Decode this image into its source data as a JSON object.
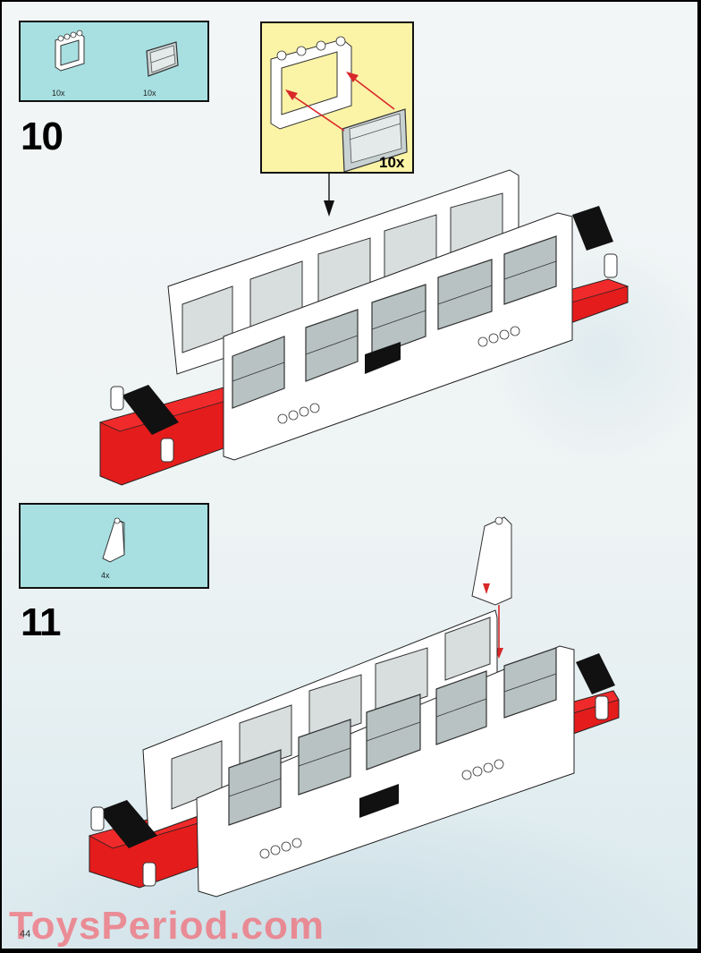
{
  "page": {
    "page_number": "44",
    "watermark": "ToysPeriod.com"
  },
  "steps": [
    {
      "step_number": "10",
      "parts": [
        {
          "name": "window-frame-1x4x3",
          "color": "white",
          "quantity": "10x"
        },
        {
          "name": "window-glass-pane",
          "color": "trans-clear",
          "quantity": "10x"
        }
      ],
      "subassembly": {
        "description": "Insert glass pane into window frame",
        "quantity": "10x"
      },
      "model": "Train car wall assembly with windows on red base"
    },
    {
      "step_number": "11",
      "parts": [
        {
          "name": "slope-brick-75-2x1x3",
          "color": "white",
          "quantity": "4x"
        }
      ],
      "model": "Train car with slope bricks attached at corners"
    }
  ],
  "colors": {
    "parts_box_bg": "#a8e0e2",
    "subassembly_bg": "#fbf3a6",
    "base_red": "#e41c1c",
    "arrow_red": "#d8282a",
    "watermark": "#f06e78"
  }
}
